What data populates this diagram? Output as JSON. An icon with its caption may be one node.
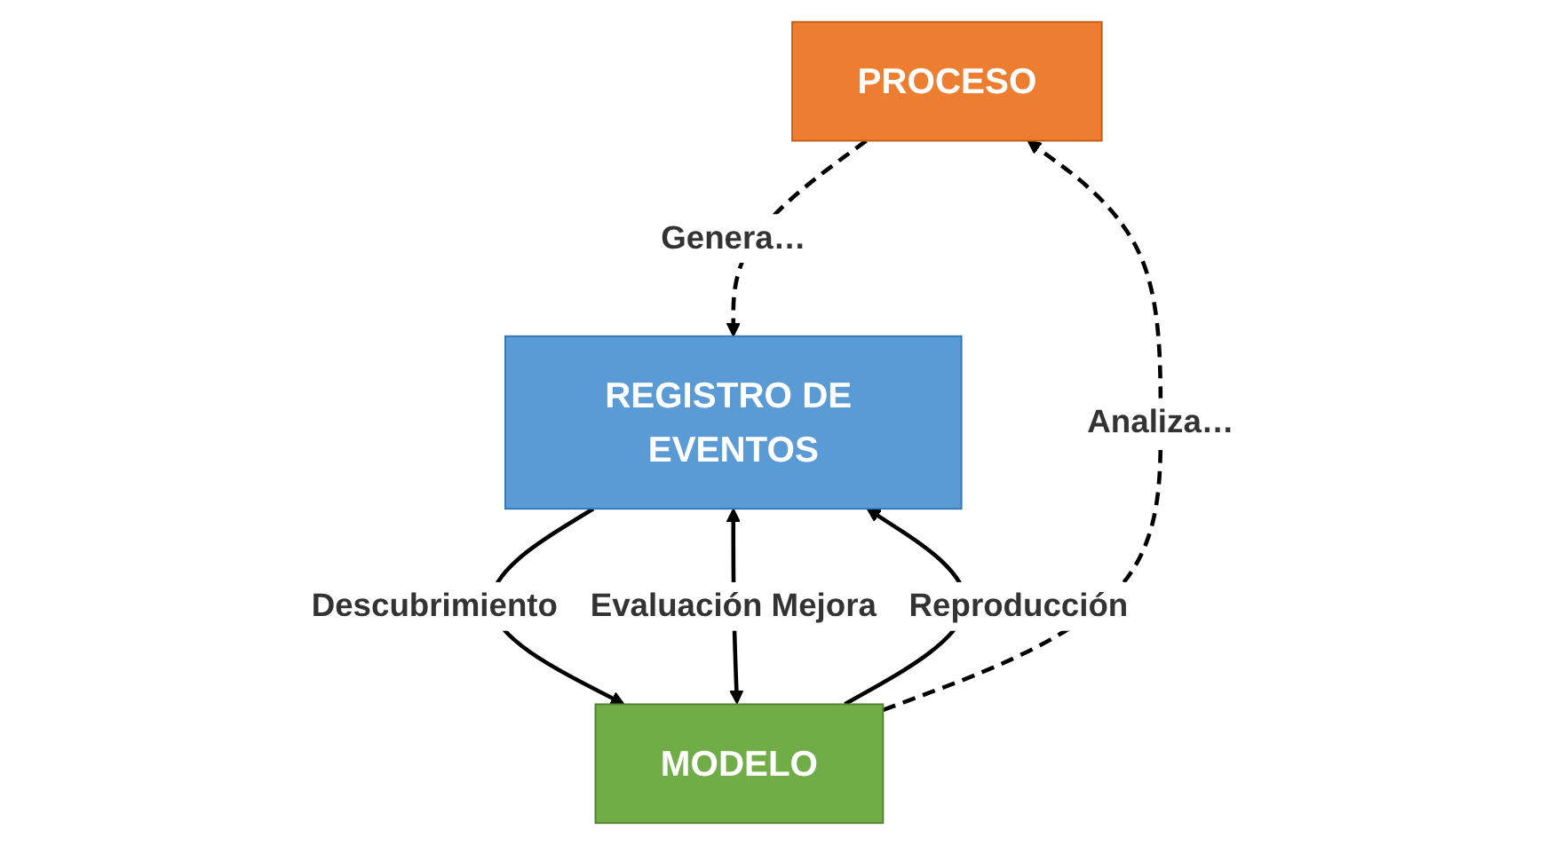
{
  "diagram": {
    "nodes": [
      {
        "text": [
          "PROCESO"
        ]
      },
      {
        "text": [
          "MODELO"
        ]
      },
      {
        "text": [
          "REGISTRO DE EVENTOS"
        ]
      }
    ],
    "edges": [
      {
        "from": 1,
        "to": 0,
        "arrow": "to",
        "style": "dashed",
        "label": "Analiza…"
      },
      {
        "from": 0,
        "to": 2,
        "arrow": "to",
        "style": "dashed",
        "label": "Genera…"
      },
      {
        "from": 2,
        "to": 1,
        "arrow": "to",
        "label": "Descubrimiento"
      },
      {
        "from": 1,
        "to": 2,
        "arrow": "both",
        "label": "Evaluación Mejora"
      },
      {
        "from": 1,
        "to": 2,
        "arrow": "to",
        "label": "Reproducción"
      }
    ]
  }
}
